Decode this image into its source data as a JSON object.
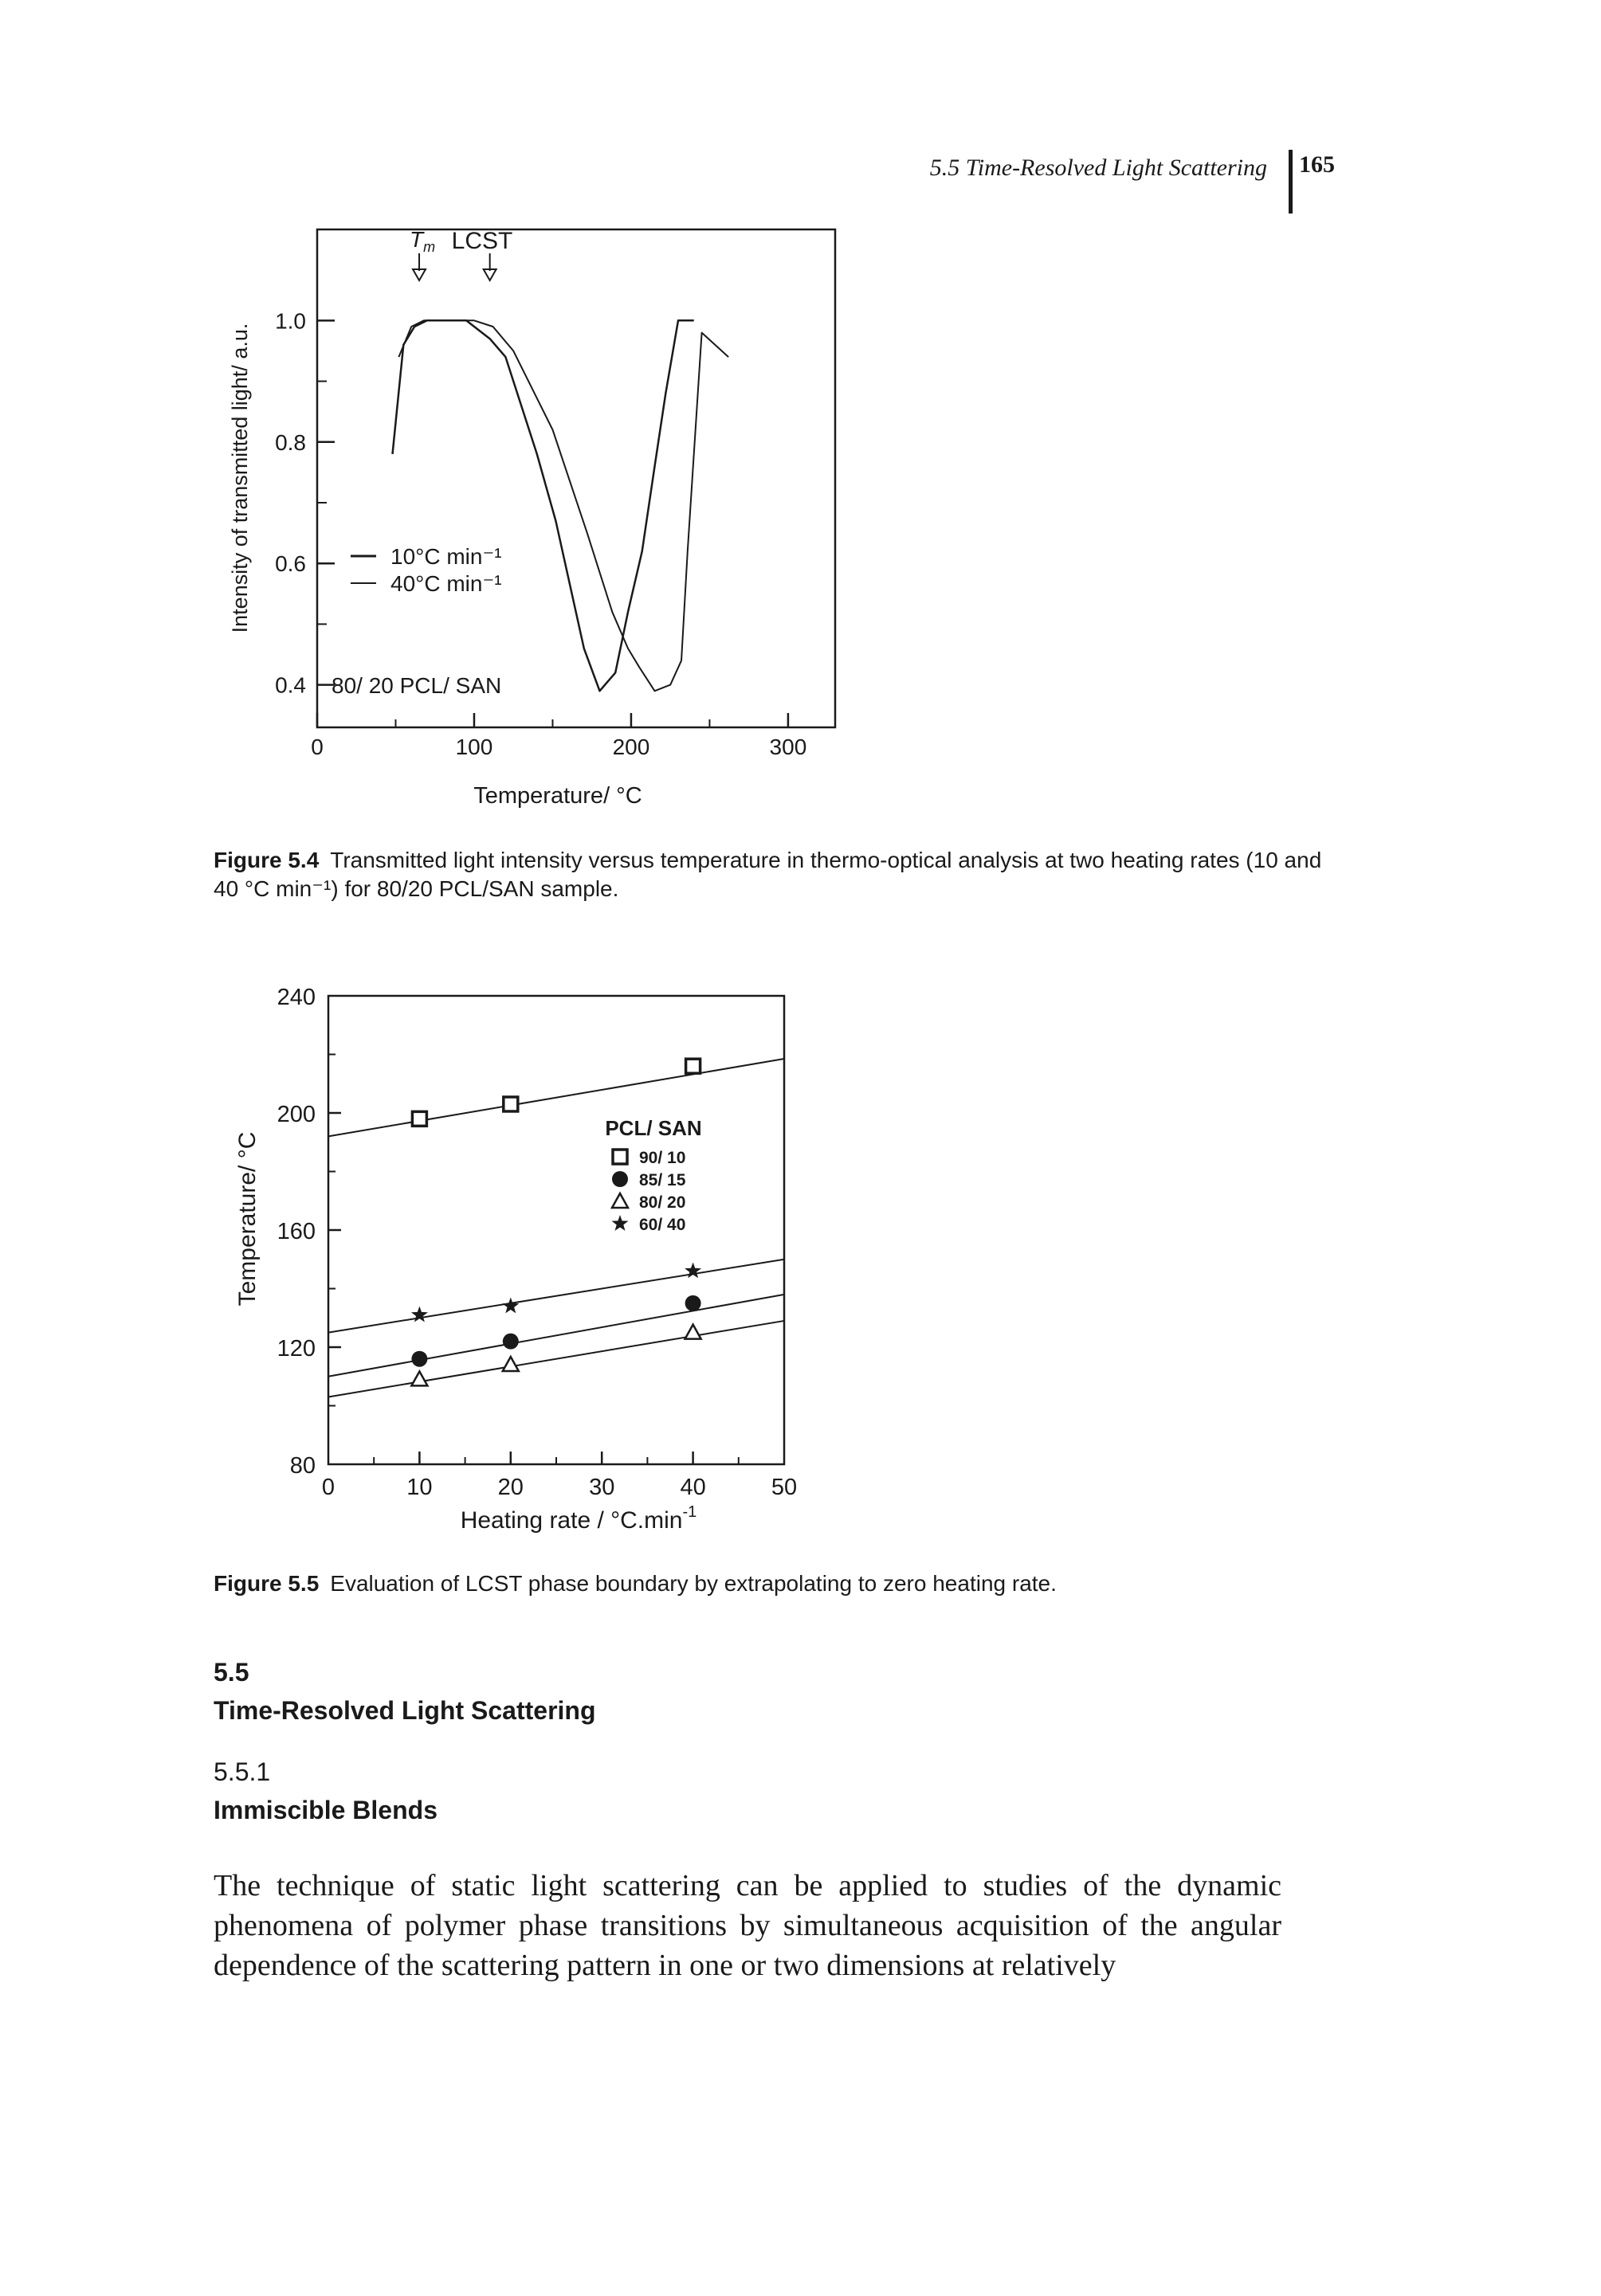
{
  "running_head": {
    "title": "5.5 Time-Resolved Light Scattering",
    "page": "165"
  },
  "figure1": {
    "caption_label": "Figure 5.4",
    "caption_text": "Transmitted light intensity versus temperature in thermo-optical analysis at two heating rates (10 and 40 °C min⁻¹) for 80/20 PCL/SAN sample.",
    "chart_data": {
      "type": "line",
      "title": "",
      "xlabel": "Temperature/ °C",
      "ylabel": "Intensity of transmitted light/ a.u.",
      "xlim": [
        0,
        330
      ],
      "ylim": [
        0.33,
        1.15
      ],
      "xticks": [
        "0",
        "100",
        "200",
        "300"
      ],
      "yticks": [
        "0.4",
        "0.6",
        "0.8",
        "1.0"
      ],
      "annotations": {
        "tm_label": "T",
        "tm_sub": "m",
        "lcst_label": "LCST",
        "tm_x": 65,
        "lcst_x": 110
      },
      "sample_label": "80/ 20 PCL/ SAN",
      "legend": [
        "10°C min⁻¹",
        "40°C min⁻¹"
      ],
      "series": [
        {
          "name": "10°C min⁻¹",
          "x": [
            48,
            55,
            62,
            70,
            80,
            95,
            110,
            120,
            140,
            152,
            170,
            180,
            190,
            198,
            207,
            215,
            222,
            230,
            240
          ],
          "y": [
            0.78,
            0.96,
            0.99,
            1.0,
            1.0,
            1.0,
            0.97,
            0.94,
            0.78,
            0.67,
            0.46,
            0.39,
            0.42,
            0.52,
            0.62,
            0.76,
            0.88,
            1.0,
            1.0
          ]
        },
        {
          "name": "40°C min⁻¹",
          "x": [
            52,
            60,
            68,
            80,
            100,
            112,
            125,
            150,
            172,
            188,
            198,
            205,
            215,
            225,
            232,
            236,
            245,
            262
          ],
          "y": [
            0.94,
            0.99,
            1.0,
            1.0,
            1.0,
            0.99,
            0.95,
            0.82,
            0.65,
            0.52,
            0.46,
            0.43,
            0.39,
            0.4,
            0.44,
            0.62,
            0.98,
            0.94
          ]
        }
      ]
    }
  },
  "figure2": {
    "caption_label": "Figure 5.5",
    "caption_text": "Evaluation of LCST phase boundary by extrapolating to zero heating rate.",
    "chart_data": {
      "type": "scatter",
      "title": "",
      "xlabel": "Heating rate / °C.min⁻¹",
      "ylabel": "Temperature/ °C",
      "xlim": [
        0,
        50
      ],
      "ylim": [
        80,
        240
      ],
      "xticks": [
        "0",
        "10",
        "20",
        "30",
        "40",
        "50"
      ],
      "yticks": [
        "80",
        "120",
        "160",
        "200",
        "240"
      ],
      "legend_title": "PCL/ SAN",
      "series": [
        {
          "name": "90/ 10",
          "marker": "square",
          "x": [
            10,
            20,
            40
          ],
          "y": [
            198,
            203,
            216
          ],
          "fit": [
            192,
            218.5
          ]
        },
        {
          "name": "85/ 15",
          "marker": "circle",
          "x": [
            10,
            20,
            40
          ],
          "y": [
            116,
            122,
            135
          ],
          "fit": [
            110,
            138
          ]
        },
        {
          "name": "80/ 20",
          "marker": "triangle",
          "x": [
            10,
            20,
            40
          ],
          "y": [
            109,
            114,
            125
          ],
          "fit": [
            103,
            129
          ]
        },
        {
          "name": "60/ 40",
          "marker": "star",
          "x": [
            10,
            20,
            40
          ],
          "y": [
            131,
            134,
            146
          ],
          "fit": [
            125,
            150
          ]
        }
      ]
    }
  },
  "section": {
    "number": "5.5",
    "title": "Time-Resolved Light Scattering"
  },
  "subsection": {
    "number": "5.5.1",
    "title": "Immiscible Blends"
  },
  "body": "The technique of static light scattering can be applied to studies of the dynamic phenomena of polymer phase transitions by simultaneous acquisition of the angular dependence of the scattering pattern in one or two dimensions at relatively"
}
